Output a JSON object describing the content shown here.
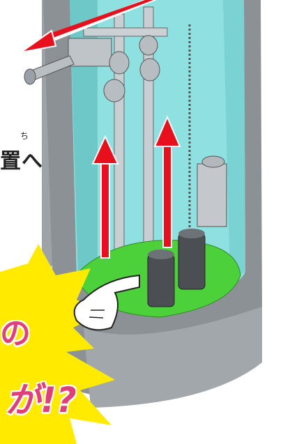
{
  "annotation": {
    "ruby": "ち",
    "caption": "置へ"
  },
  "burst": {
    "line1": "の",
    "line2": "が!?"
  },
  "colors": {
    "tank_water": "#8fe0e0",
    "tank_wall": "#a9aeb3",
    "arrow_red": "#e8101c",
    "floor_green": "#4cd13a",
    "burst_yellow": "#ffea00",
    "burst_text": "#e0407a"
  },
  "icons": [
    "pointing-hand-icon",
    "chain-icon",
    "float-switch-icon"
  ]
}
